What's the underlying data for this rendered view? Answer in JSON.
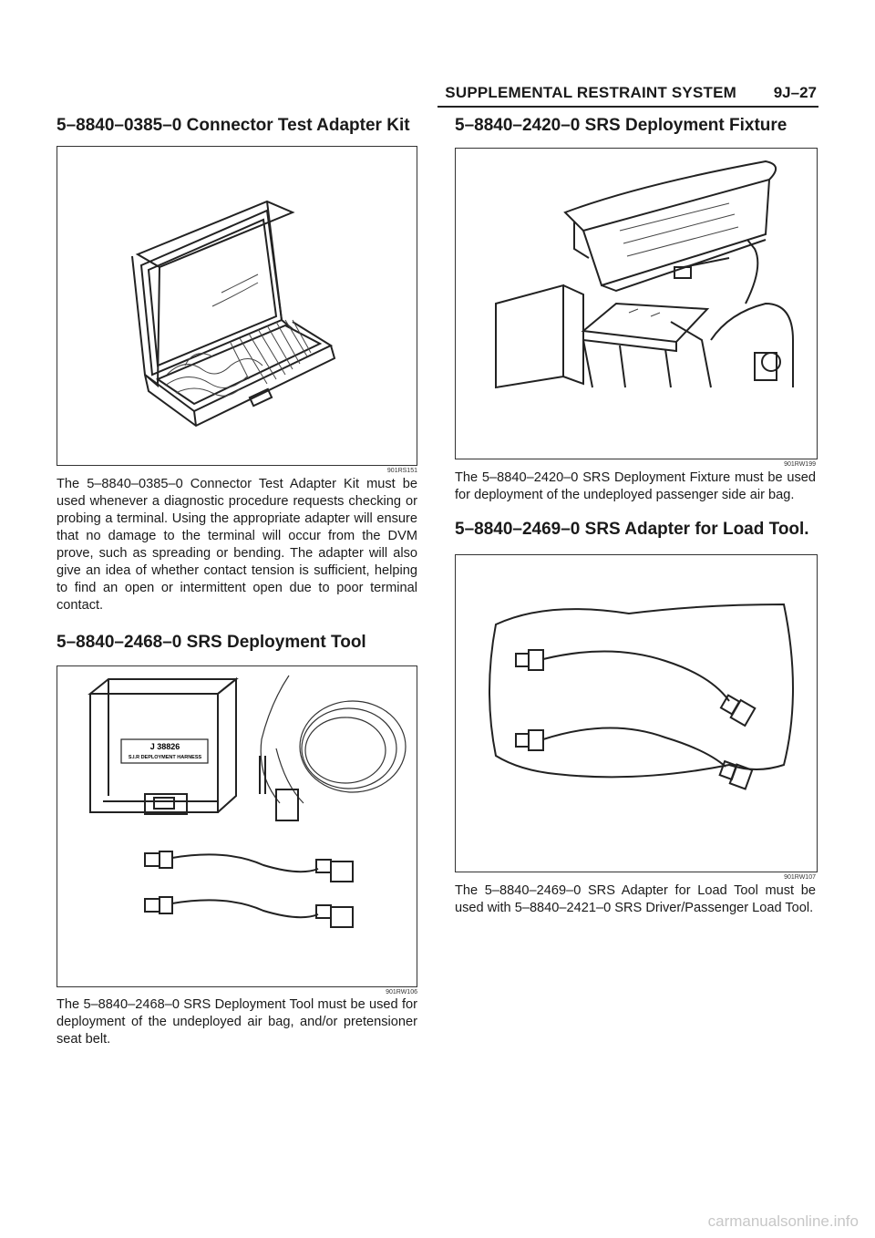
{
  "header": {
    "section": "SUPPLEMENTAL RESTRAINT SYSTEM",
    "page": "9J–27"
  },
  "left": {
    "s1_title": "5–8840–0385–0 Connector Test Adapter Kit",
    "s1_fig_code": "901RS151",
    "s1_body": "The 5–8840–0385–0 Connector Test Adapter Kit must be used whenever a diagnostic procedure requests checking or probing a terminal.  Using the appropriate adapter will ensure that no damage to the terminal will occur from the DVM prove, such as spreading or bending. The adapter will also give an idea of whether contact tension is sufficient, helping to find an open or intermittent open due to poor terminal contact.",
    "s2_title": "5–8840–2468–0 SRS Deployment Tool",
    "s2_fig_code": "901RW106",
    "s2_fig_label1": "J 38826",
    "s2_fig_label2": "S.I.R DEPLOYMENT HARNESS",
    "s2_body": "The 5–8840–2468–0 SRS Deployment Tool must be used for deployment of the undeployed air bag, and/or pretensioner seat belt."
  },
  "right": {
    "s3_title": "5–8840–2420–0 SRS Deployment Fixture",
    "s3_fig_code": "901RW199",
    "s3_body": "The 5–8840–2420–0 SRS Deployment Fixture must be used for deployment of the undeployed passenger side air bag.",
    "s4_title": "5–8840–2469–0 SRS Adapter for Load Tool.",
    "s4_fig_code": "901RW107",
    "s4_body": "The 5–8840–2469–0 SRS Adapter for Load Tool must be used with 5–8840–2421–0 SRS Driver/Passenger Load Tool."
  },
  "watermark": "carmanualsonline.info"
}
